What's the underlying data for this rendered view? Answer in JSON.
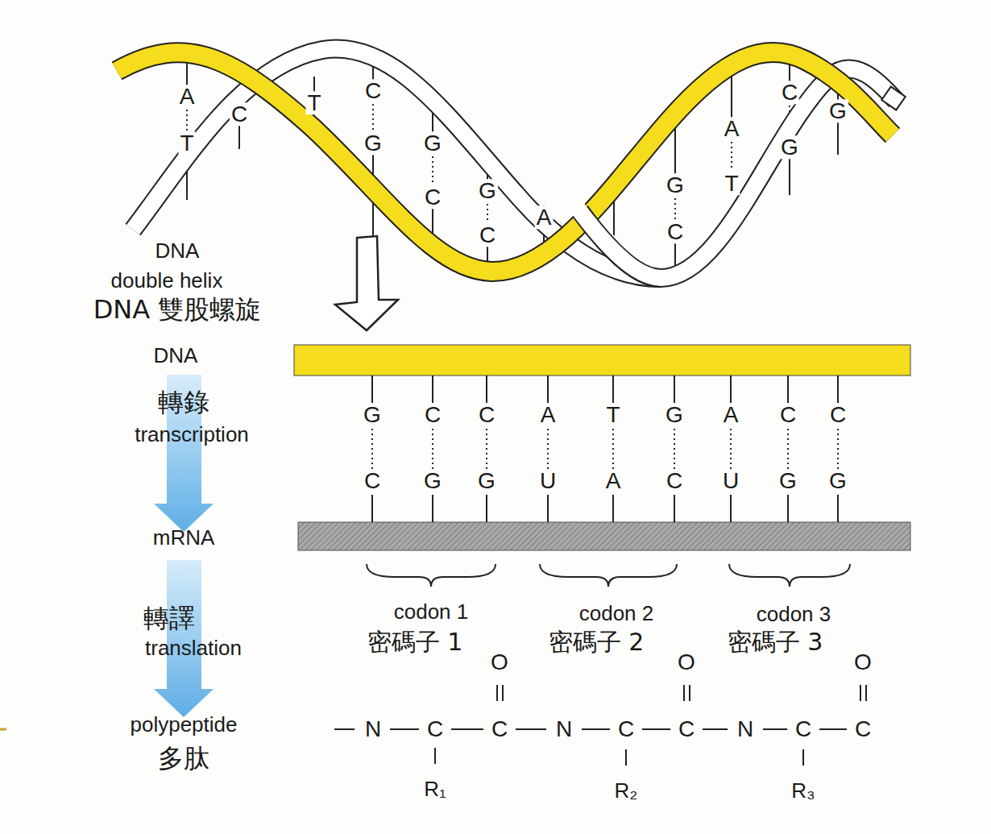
{
  "diagram": {
    "labels": [
      "A",
      "T",
      "C",
      "T",
      "C",
      "G",
      "G",
      "C",
      "G",
      "C",
      "A",
      "G",
      "C",
      "A",
      "T",
      "C",
      "G",
      "G",
      "DNA",
      "double helix",
      "DNA 雙股螺旋",
      "DNA",
      "G",
      "C",
      "C",
      "A",
      "T",
      "G",
      "A",
      "C",
      "C",
      "C",
      "G",
      "G",
      "U",
      "A",
      "C",
      "U",
      "G",
      "G",
      "轉錄",
      "transcription",
      "mRNA",
      "codon 1",
      "codon 2",
      "codon 3",
      "轉譯",
      "translation",
      "密碼子 1",
      "密碼子 2",
      "密碼子 3",
      "O",
      "O",
      "O",
      "N",
      "C",
      "C",
      "N",
      "C",
      "C",
      "N",
      "C",
      "C",
      "polypeptide",
      "多肽",
      "R₁",
      "R₂",
      "R₃"
    ]
  }
}
